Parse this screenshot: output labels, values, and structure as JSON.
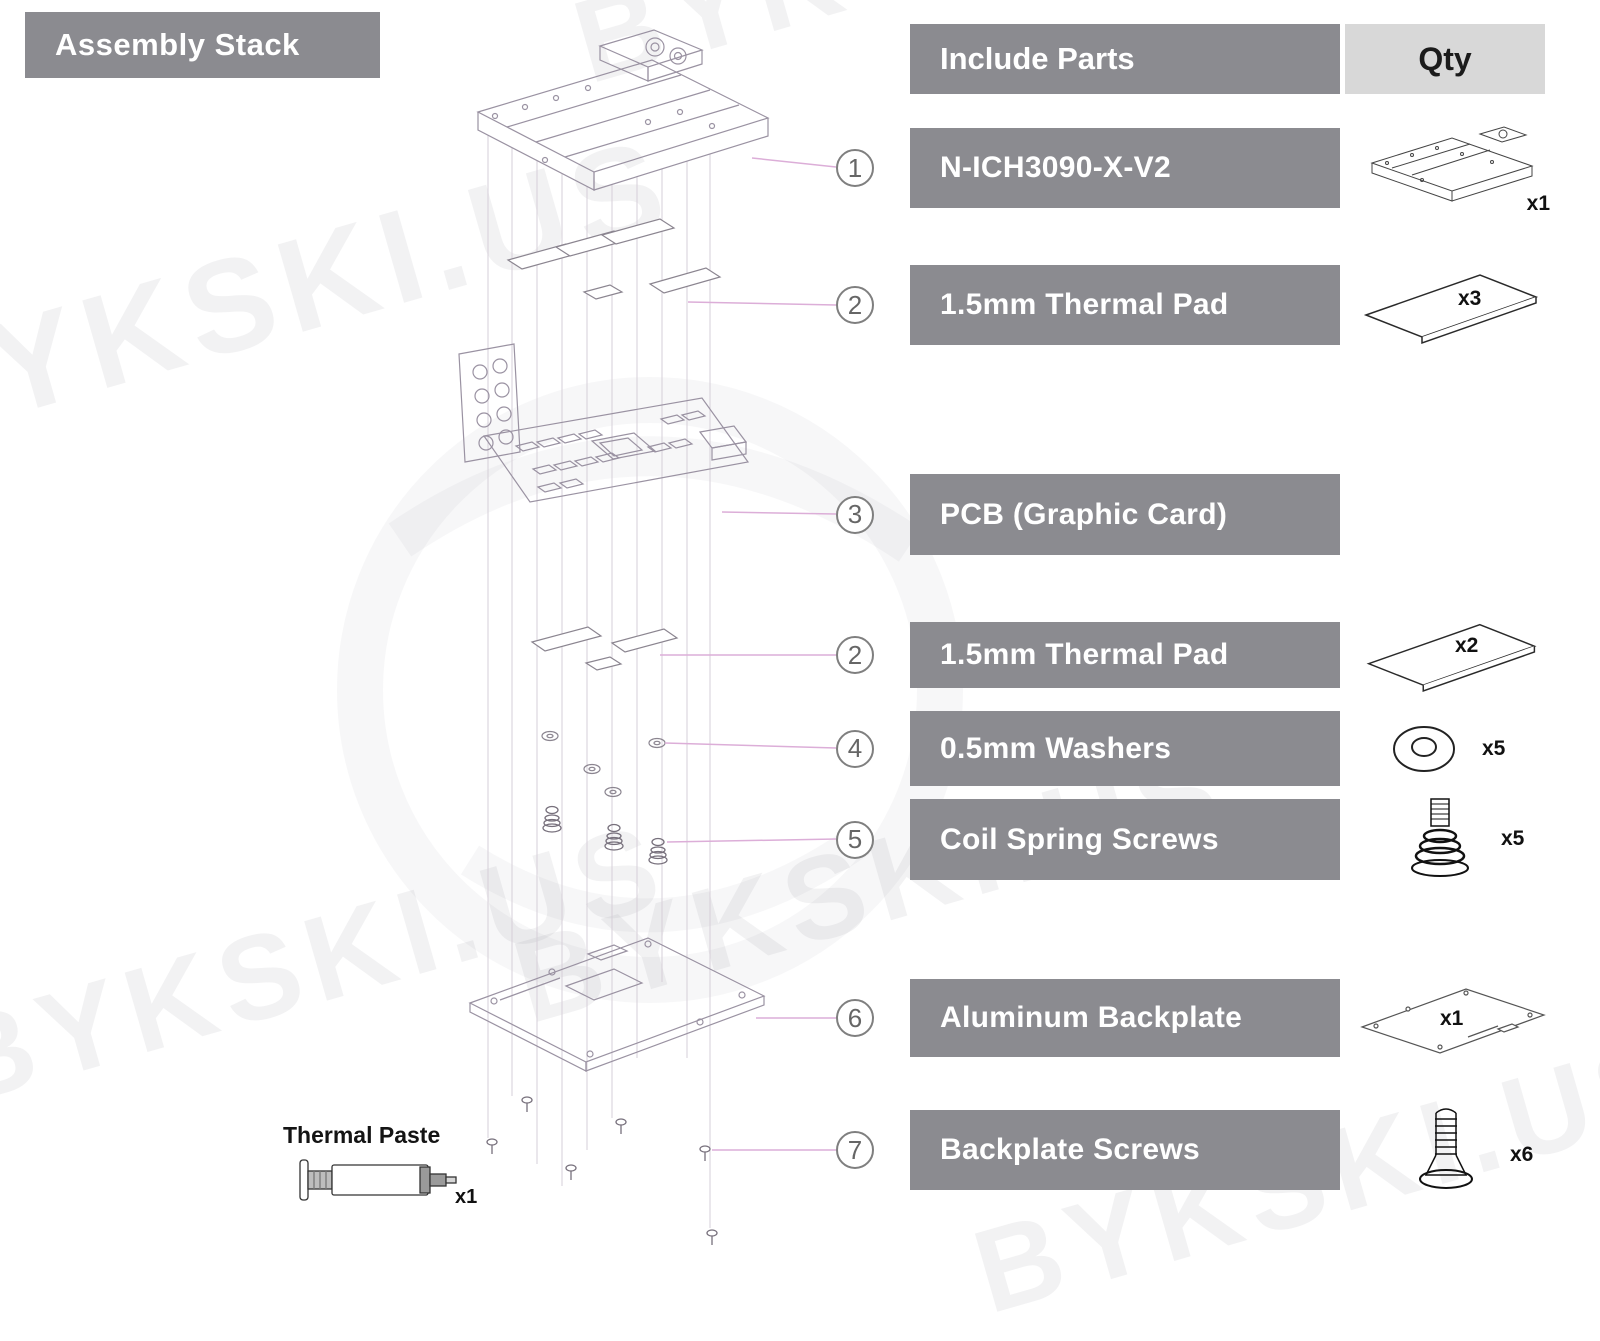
{
  "title": "Assembly Stack",
  "watermark": "BYKSKI.US",
  "header": {
    "parts": "Include Parts",
    "qty": "Qty"
  },
  "rows": [
    {
      "num": "1",
      "label": "N-ICH3090-X-V2",
      "qty": "x1",
      "icon": "waterblock-icon"
    },
    {
      "num": "2",
      "label": "1.5mm Thermal Pad",
      "qty": "x3",
      "icon": "thermal-pad-icon"
    },
    {
      "num": "3",
      "label": "PCB (Graphic Card)",
      "qty": "",
      "icon": ""
    },
    {
      "num": "2",
      "label": "1.5mm Thermal Pad",
      "qty": "x2",
      "icon": "thermal-pad-icon"
    },
    {
      "num": "4",
      "label": "0.5mm Washers",
      "qty": "x5",
      "icon": "washer-icon"
    },
    {
      "num": "5",
      "label": "Coil Spring Screws",
      "qty": "x5",
      "icon": "coil-spring-screw-icon"
    },
    {
      "num": "6",
      "label": "Aluminum Backplate",
      "qty": "x1",
      "icon": "backplate-icon"
    },
    {
      "num": "7",
      "label": "Backplate Screws",
      "qty": "x6",
      "icon": "screw-icon"
    }
  ],
  "thermal_paste": {
    "label": "Thermal Paste",
    "qty": "x1"
  },
  "colors": {
    "box_gray": "#8b8b90",
    "qty_header_bg": "#d8d8d8",
    "callout_line": "#dcaed8",
    "diagram_line": "#9a92a2"
  }
}
